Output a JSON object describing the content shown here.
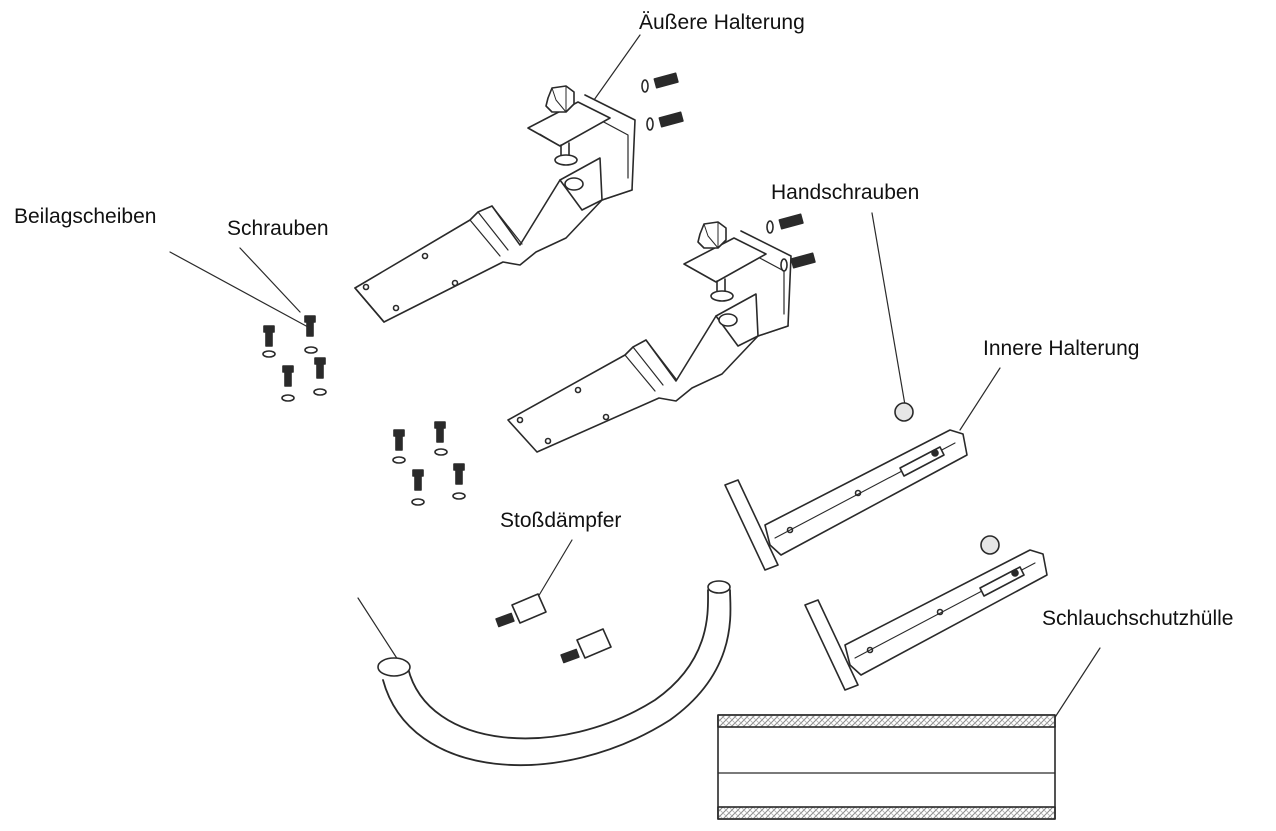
{
  "labels": {
    "outer_bracket": "Äußere Halterung",
    "washers": "Beilagscheiben",
    "screws": "Schrauben",
    "hand_screws": "Handschrauben",
    "inner_bracket": "Innere Halterung",
    "shock_absorber": "Stoßdämpfer",
    "hose_sleeve": "Schlauchschutzhülle"
  },
  "colors": {
    "line": "#2a2a2a",
    "fill": "#ffffff",
    "shade": "#d9d9d9",
    "hatch": "#8a8a8a"
  }
}
